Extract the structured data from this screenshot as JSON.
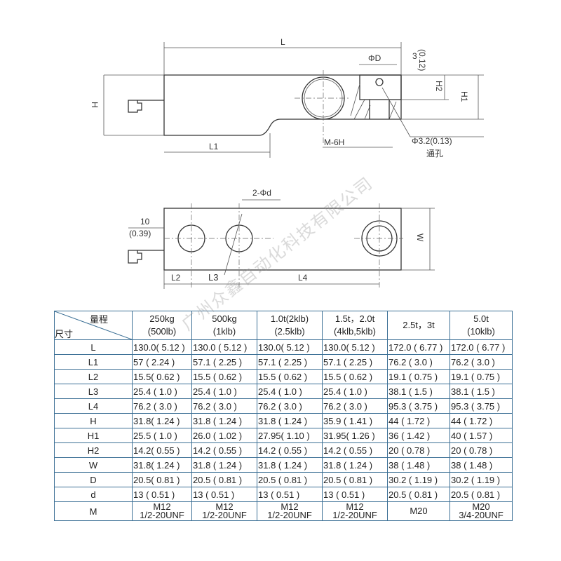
{
  "drawing": {
    "top_view": {
      "L": "L",
      "phiD": "ΦD",
      "three": "3",
      "three_in": "(0.12)",
      "H2": "H2",
      "H1": "H1",
      "H": "H",
      "L1": "L1",
      "M6H": "M-6H",
      "hole": "Φ3.2(0.13)",
      "through": "通孔"
    },
    "bottom_view": {
      "phid": "2-Φd",
      "ten": "10",
      "ten_in": "(0.39)",
      "W": "W",
      "L2": "L2",
      "L3": "L3",
      "L4": "L4"
    }
  },
  "table": {
    "corner_top": "量程",
    "corner_bottom": "尺寸",
    "headers": [
      [
        "250kg",
        "(500lb)"
      ],
      [
        "500kg",
        "(1klb)"
      ],
      [
        "1.0t(2klb)",
        "(2.5klb)"
      ],
      [
        "1.5t，2.0t",
        "(4klb,5klb)"
      ],
      [
        "2.5t，3t",
        ""
      ],
      [
        "5.0t",
        "(10klb)"
      ]
    ],
    "rows": [
      {
        "label": "L",
        "cells": [
          "130.0( 5.12 )",
          "130.0 ( 5.12 )",
          "130.0( 5.12 )",
          "130.0( 5.12 )",
          "172.0 ( 6.77 )",
          "172.0 ( 6.77 )"
        ]
      },
      {
        "label": "L1",
        "cells": [
          "57 ( 2.24 )",
          "57.1 ( 2.25 )",
          "57.1 ( 2.25 )",
          "57.1 ( 2.25 )",
          "76.2 ( 3.0 )",
          "76.2 ( 3.0 )"
        ]
      },
      {
        "label": "L2",
        "cells": [
          "15.5( 0.62 )",
          "15.5 ( 0.62 )",
          "15.5 ( 0.62 )",
          "15.5 ( 0.62 )",
          "19.1 ( 0.75 )",
          "19.1 ( 0.75 )"
        ]
      },
      {
        "label": "L3",
        "cells": [
          "25.4 ( 1.0 )",
          "25.4 ( 1.0 )",
          "25.4 ( 1.0 )",
          "25.4 ( 1.0 )",
          "38.1 ( 1.5 )",
          "38.1 ( 1.5 )"
        ]
      },
      {
        "label": "L4",
        "cells": [
          "76.2 ( 3.0 )",
          "76.2 ( 3.0 )",
          "76.2 ( 3.0 )",
          "76.2 ( 3.0 )",
          "95.3 ( 3.75 )",
          "95.3 ( 3.75 )"
        ]
      },
      {
        "label": "H",
        "cells": [
          "31.8( 1.24 )",
          "31.8 ( 1.24 )",
          "31.8 ( 1.24 )",
          "35.9 ( 1.41 )",
          "44 ( 1.72 )",
          "44 ( 1.72 )"
        ]
      },
      {
        "label": "H1",
        "cells": [
          "25.5 ( 1.0 )",
          "26.0 ( 1.02 )",
          "27.95( 1.10 )",
          "31.95( 1.26 )",
          "36 ( 1.42 )",
          "40 ( 1.57 )"
        ]
      },
      {
        "label": "H2",
        "cells": [
          "14.2( 0.55 )",
          "14.2 ( 0.55 )",
          "14.2 ( 0.55 )",
          "14.2 ( 0.55 )",
          "20 ( 0.78 )",
          "20 ( 0.78 )"
        ]
      },
      {
        "label": "W",
        "cells": [
          "31.8( 1.24 )",
          "31.8 ( 1.24 )",
          "31.8 ( 1.24 )",
          "31.8 ( 1.24 )",
          "38 ( 1.48 )",
          "38 ( 1.48 )"
        ]
      },
      {
        "label": "D",
        "cells": [
          "20.5( 0.81 )",
          "20.5 ( 0.81 )",
          "20.5 ( 0.81 )",
          "20.5 ( 0.81 )",
          "30.2 ( 1.19 )",
          "30.2 ( 1.19 )"
        ]
      },
      {
        "label": "d",
        "cells": [
          "13 ( 0.51 )",
          "13 ( 0.51 )",
          "13 ( 0.51 )",
          "13 ( 0.51 )",
          "20.5 ( 0.81 )",
          "20.5 ( 0.81 )"
        ]
      }
    ],
    "m_row": {
      "label": "M",
      "cells": [
        [
          "M12",
          "1/2-20UNF"
        ],
        [
          "M12",
          "1/2-20UNF"
        ],
        [
          "M12",
          "1/2-20UNF"
        ],
        [
          "M12",
          "1/2-20UNF"
        ],
        [
          "M20",
          ""
        ],
        [
          "M20",
          "3/4-20UNF"
        ]
      ]
    }
  },
  "watermark": "广州众鑫自动化科技有限公司"
}
